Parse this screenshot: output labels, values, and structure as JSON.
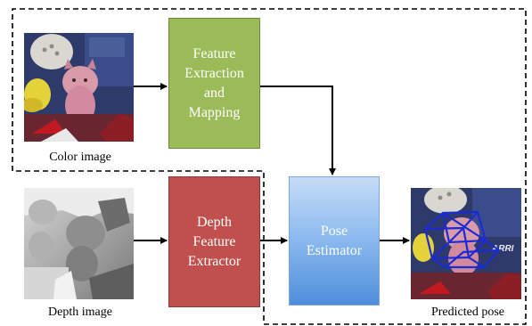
{
  "blocks": {
    "feature": {
      "label": "Feature\nExtraction\nand\nMapping",
      "color": "#9bbb59"
    },
    "depth": {
      "label": "Depth\nFeature\nExtractor",
      "color": "#c0504d"
    },
    "pose": {
      "label": "Pose\nEstimator",
      "color": "#4f8edc"
    }
  },
  "captions": {
    "color_image": "Color image",
    "depth_image": "Depth image",
    "predicted_pose": "Predicted pose"
  },
  "photo_text": {
    "logo_fragment": "ARRI"
  },
  "colors": {
    "bbox": "#1a2bd6",
    "dashed_border": "#000000"
  }
}
